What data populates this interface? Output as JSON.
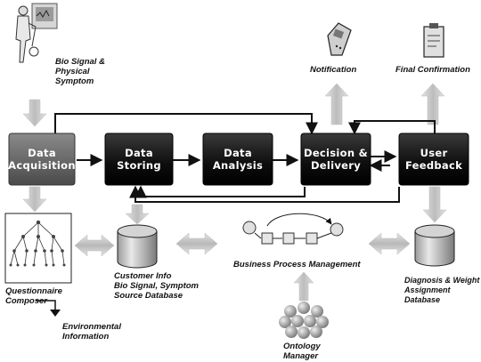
{
  "boxes": {
    "acquisition": "Data\nAcquisition",
    "storing": "Data\nStoring",
    "analysis": "Data\nAnalysis",
    "decision": "Decision &\nDelivery",
    "feedback": "User\nFeedback"
  },
  "labels": {
    "bio_signal": "Bio Signal &\nPhysical\nSymptom",
    "notification": "Notification",
    "final_confirmation": "Final Confirmation",
    "customer_info": "Customer Info\nBio Signal, Symptom\nSource Database",
    "bpm": "Business Process Management",
    "diagnosis": "Diagnosis & Weight\nAssignment\nDatabase",
    "questionnaire": "Questionnaire\nComposer",
    "environmental": "Environmental\nInformation",
    "ontology": "Ontology\nManager"
  },
  "colors": {
    "box_dark": "#111111",
    "acquisition_box": "#6a6a6a",
    "arrow_gray": "#c8c8c8"
  }
}
